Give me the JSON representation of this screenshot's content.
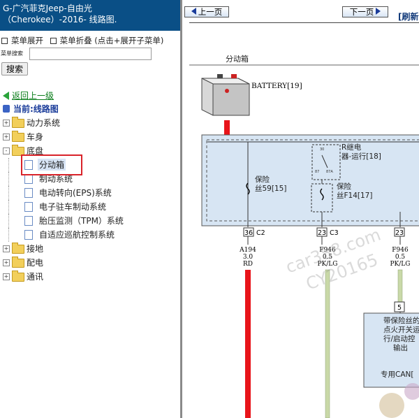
{
  "left": {
    "header_line1": "G-广汽菲克Jeep-自由光",
    "header_line2": "（Cherokee）-2016- 线路图.",
    "expand_label": "菜单展开",
    "collapse_label": "菜单折叠 (点击+展开子菜单)",
    "search_label": "菜单搜索",
    "search_value": "",
    "search_button": "搜索",
    "back_label": "返回上一级",
    "current_label": "当前:线路图",
    "tree": [
      {
        "label": "动力系统",
        "toggle": "+"
      },
      {
        "label": "车身",
        "toggle": "+"
      },
      {
        "label": "底盘",
        "toggle": "-"
      }
    ],
    "leaves": [
      {
        "label": "分动箱",
        "selected": true
      },
      {
        "label": "制动系统"
      },
      {
        "label": "电动转向(EPS)系统"
      },
      {
        "label": "电子驻车制动系统"
      },
      {
        "label": "胎压监测（TPM）系统"
      },
      {
        "label": "自适应巡航控制系统"
      }
    ],
    "tree_after": [
      {
        "label": "接地",
        "toggle": "+"
      },
      {
        "label": "配电",
        "toggle": "+"
      },
      {
        "label": "通讯",
        "toggle": "+"
      }
    ]
  },
  "right": {
    "prev_page": "上一页",
    "next_page": "下一页",
    "refresh": "[刷新",
    "diagram_title": "分动箱",
    "battery_label": "BATTERY[19]",
    "relay_label_1": "R继电",
    "relay_label_2": "器-运行[18]",
    "fuse59_label_1": "保险",
    "fuse59_label_2": "丝59[15]",
    "fuseF14_label_1": "保险",
    "fuseF14_label_2": "丝F14[17]",
    "pins": [
      {
        "num": "36",
        "conn": "C2",
        "wire": "A194",
        "gauge": "3.0",
        "color": "RD"
      },
      {
        "num": "23",
        "conn": "C3",
        "wire": "F946",
        "gauge": "0.5",
        "color": "PK/LG"
      },
      {
        "num": "23",
        "conn": "",
        "wire": "F946",
        "gauge": "0.5",
        "color": "PK/LG"
      }
    ],
    "module_pin": "5",
    "module_text": [
      "带保险丝的",
      "点火开关运",
      "行/启动控",
      "输出"
    ],
    "module_can": "专用CAN[",
    "relay_pin_labels": [
      "30",
      "87",
      "87A"
    ],
    "watermark_1": "car388.com",
    "watermark_2": "CY20165",
    "colors": {
      "header": "#0a4f86",
      "wire_red": "#e8141a",
      "wire_pklg": "#c9d9a8",
      "diagram_fill": "#d7e5f3"
    }
  }
}
